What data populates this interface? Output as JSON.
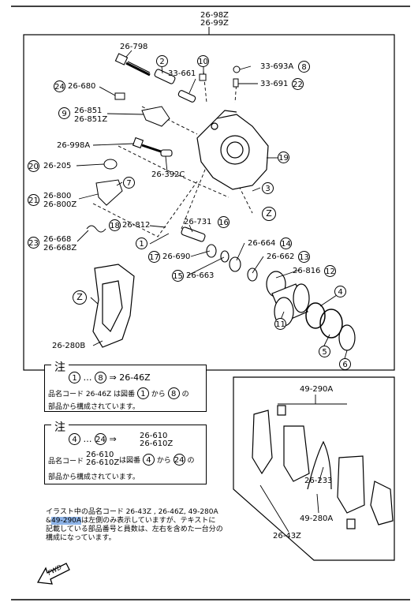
{
  "title_codes": [
    "26-98Z",
    "26-99Z"
  ],
  "labels": {
    "p26_798": "26-798",
    "p33_661": "33-661",
    "p33_693A": "33-693A",
    "p33_691": "33-691",
    "p26_680": "26-680",
    "p26_851": "26-851",
    "p26_851Z": "26-851Z",
    "p26_998A": "26-998A",
    "p26_205": "26-205",
    "p26_392C": "26-392C",
    "p26_800": "26-800",
    "p26_800Z": "26-800Z",
    "p26_812": "26-812",
    "p26_731": "26-731",
    "p26_668": "26-668",
    "p26_668Z": "26-668Z",
    "p26_664": "26-664",
    "p26_690": "26-690",
    "p26_662": "26-662",
    "p26_663": "26-663",
    "p26_816": "26-816",
    "p26_280B": "26-280B",
    "p49_290A_top": "49-290A",
    "p26_233": "26-233",
    "p49_280A": "49-280A",
    "p26_43Z": "26-43Z"
  },
  "callouts": {
    "c1": "1",
    "c2": "2",
    "c3": "3",
    "c4": "4",
    "c5": "5",
    "c6": "6",
    "c7": "7",
    "c8": "8",
    "c9": "9",
    "c10": "10",
    "c11": "11",
    "c12": "12",
    "c13": "13",
    "c14": "14",
    "c15": "15",
    "c16": "16",
    "c17": "17",
    "c18": "18",
    "c19": "19",
    "c20": "20",
    "c21": "21",
    "c22": "22",
    "c23": "23",
    "c24": "24",
    "z1": "Z",
    "z2": "Z"
  },
  "note1": {
    "head": "注",
    "range_from": "1",
    "range_to": "8",
    "ellipsis": "…",
    "arrow": "⇒",
    "result": "26-46Z",
    "line2_pre": "品名コード 26-46Z は図番",
    "line2_from": "1",
    "line2_mid": "から",
    "line2_to": "8",
    "line2_post": "の",
    "line3": "部品から構成されています。"
  },
  "note2": {
    "head": "注",
    "range_from": "4",
    "range_to": "24",
    "ellipsis": "…",
    "arrow": "⇒",
    "result1": "26-610",
    "result2": "26-610Z",
    "line2_pre": "品名コード",
    "code1": "26-610",
    "code2": "26-610Z",
    "line2_mid1": "は図番",
    "line2_from": "4",
    "line2_mid": "から",
    "line2_to": "24",
    "line2_post": "の",
    "line3": "部品から構成されています。"
  },
  "caption": {
    "line1": "イラスト中の品名コード 26-43Z , 26-46Z, 49-280A",
    "line2_pre": "&",
    "line2_highlight": "49-290A",
    "line2_post": "は左側のみ表示していますが、テキストに",
    "line3": "記載している部品番号と員数は、左右を含めた一台分の",
    "line4": "構成になっています。"
  },
  "fwd": "FWD"
}
